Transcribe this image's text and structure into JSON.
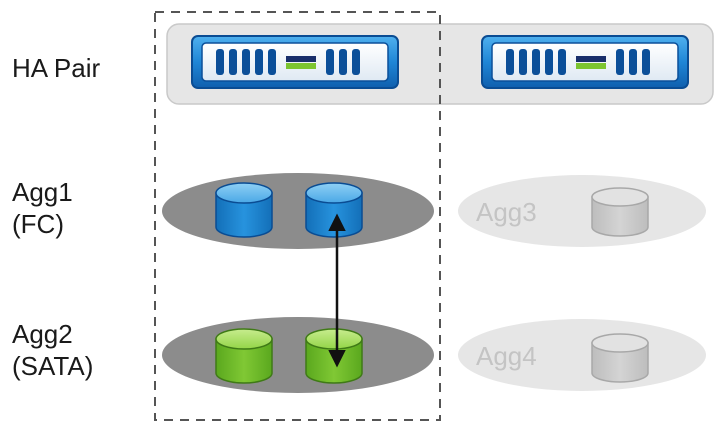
{
  "row_labels": {
    "ha_pair": "HA Pair",
    "agg1_name": "Agg1",
    "agg1_type": "(FC)",
    "agg2_name": "Agg2",
    "agg2_type": "(SATA)"
  },
  "inactive_aggregates": {
    "agg3": "Agg3",
    "agg4": "Agg4"
  },
  "colors": {
    "controller_blue": "#1f86d6",
    "controller_dark_blue": "#0b4f99",
    "fc_volume_blue": "#1e84d0",
    "sata_volume_green": "#7cc430",
    "aggregate_gray": "#8c8c8c",
    "inactive_gray": "#c8c8c8",
    "ha_pair_background": "#e6e6e6",
    "dashed_border": "#555555"
  },
  "icons": {
    "controller": "storage-controller-icon",
    "volume": "disk-volume-icon",
    "move_arrow": "bidirectional-arrow-icon"
  }
}
